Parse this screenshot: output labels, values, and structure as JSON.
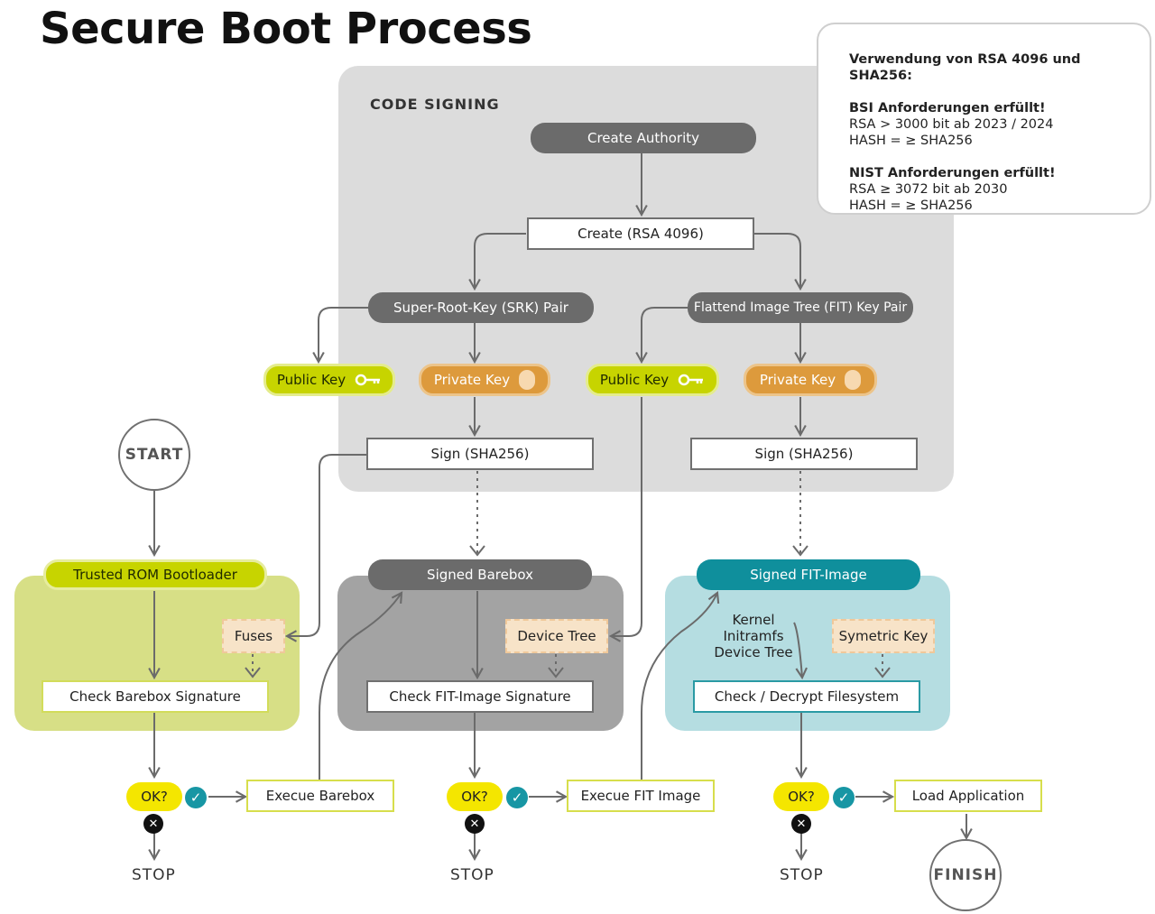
{
  "title": "Secure Boot Process",
  "code_signing": {
    "label": "CODE SIGNING",
    "create_authority": "Create Authority",
    "create_rsa": "Create (RSA 4096)",
    "srk_pair": "Super-Root-Key (SRK) Pair",
    "fit_pair": "Flattend Image Tree (FIT) Key Pair",
    "public_key": "Public Key",
    "private_key": "Private Key",
    "sign": "Sign (SHA256)"
  },
  "note": {
    "heading": "Verwendung von RSA 4096 und SHA256:",
    "bsi_title": "BSI Anforderungen erfüllt!",
    "bsi_line1": "RSA > 3000 bit ab 2023 / 2024",
    "bsi_line2": "HASH = ≥ SHA256",
    "nist_title": "NIST Anforderungen erfüllt!",
    "nist_line1": "RSA ≥ 3072 bit ab 2030",
    "nist_line2": "HASH = ≥ SHA256"
  },
  "start": "START",
  "finish": "FINISH",
  "stage1": {
    "title": "Trusted ROM Bootloader",
    "input": "Fuses",
    "check": "Check Barebox Signature"
  },
  "stage2": {
    "title": "Signed Barebox",
    "input": "Device Tree",
    "check": "Check FIT-Image Signature"
  },
  "stage3": {
    "title": "Signed FIT-Image",
    "contents": [
      "Kernel",
      "Initramfs",
      "Device Tree"
    ],
    "input": "Symetric Key",
    "check": "Check / Decrypt Filesystem"
  },
  "decisions": {
    "ok": "OK?",
    "stop": "STOP",
    "execute_barebox": "Execue Barebox",
    "execute_fit": "Execue FIT Image",
    "load_app": "Load Application"
  },
  "colors": {
    "dark_pill": "#6b6b6b",
    "lime": "#c7d400",
    "orange": "#dd9a3c",
    "teal": "#0f8f9c",
    "ok_yellow": "#f4e600"
  }
}
